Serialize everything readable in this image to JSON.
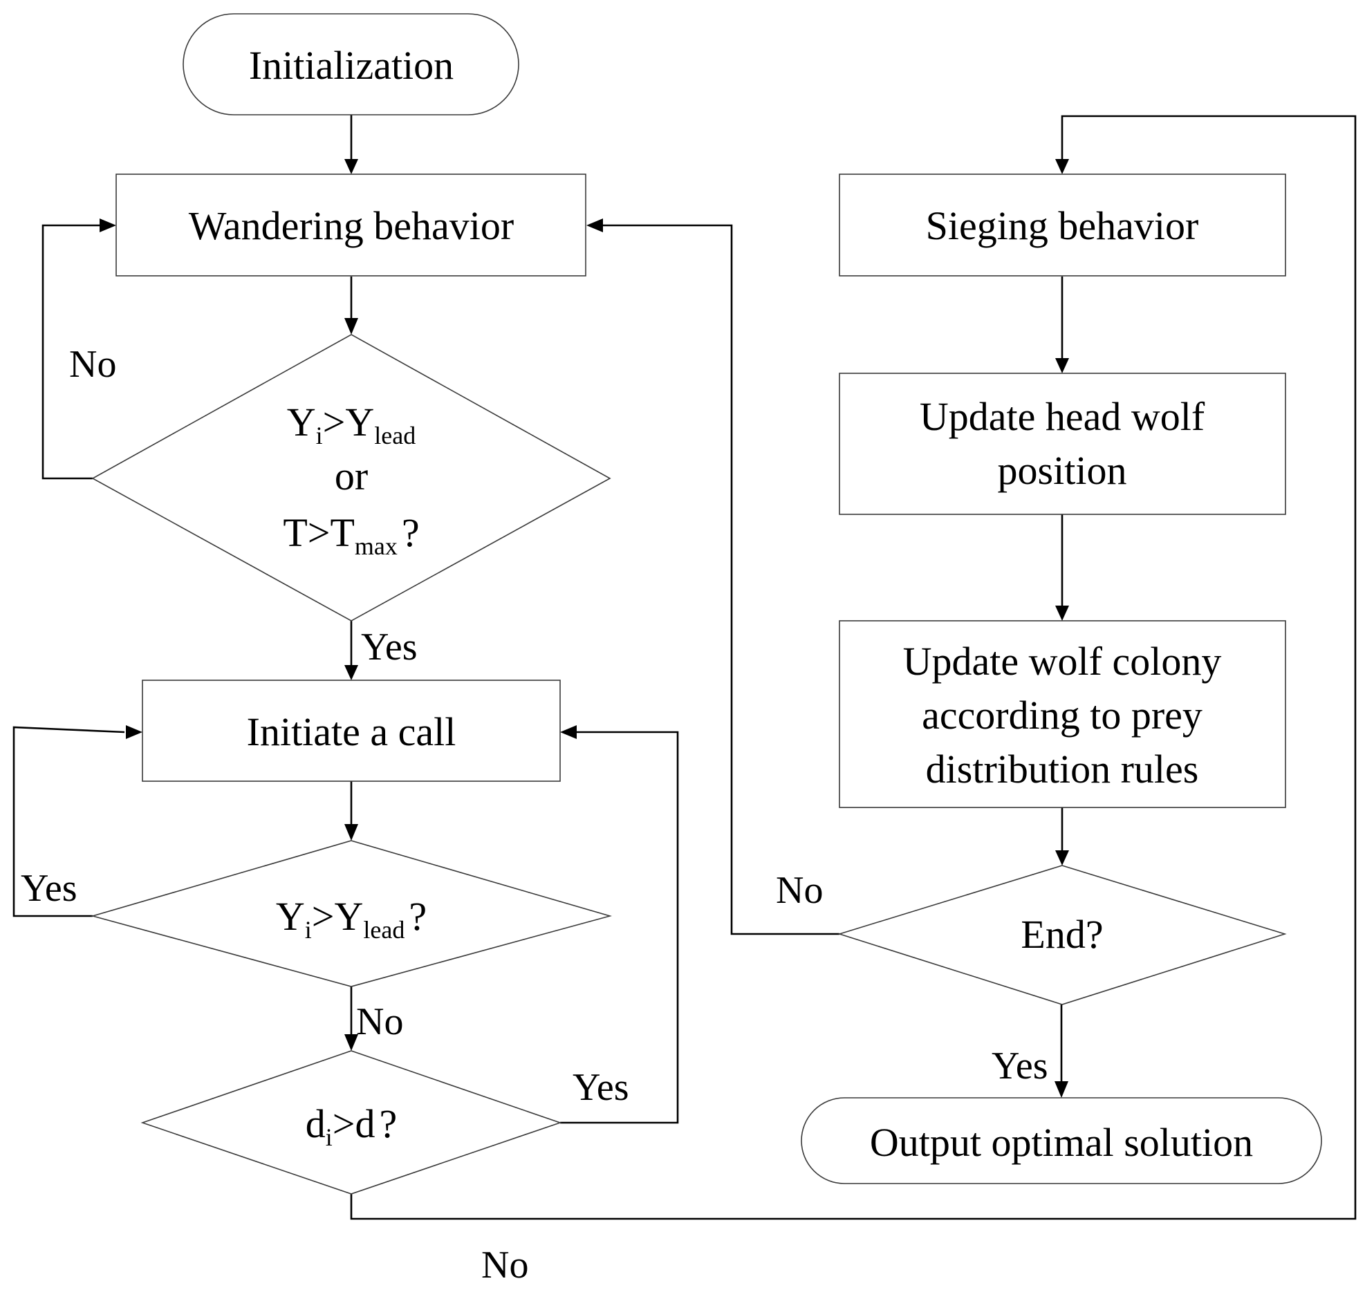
{
  "nodes": {
    "initialization": {
      "label": "Initialization"
    },
    "wandering": {
      "label": "Wandering behavior"
    },
    "decision1": {
      "line1": {
        "y": "Y",
        "i": "i",
        "gt": ">",
        "y2": "Y",
        "lead": "lead"
      },
      "line2": "or",
      "line3": {
        "t": "T>T",
        "max": "max",
        "q": "?"
      }
    },
    "initiate_call": {
      "label": "Initiate a call"
    },
    "decision2": {
      "y": "Y",
      "i": "i",
      "gt": ">",
      "y2": "Y",
      "lead": "lead",
      "q": "?"
    },
    "decision3": {
      "d": "d",
      "i": "i",
      "rest": ">d",
      "q": "?"
    },
    "sieging": {
      "label": "Sieging behavior"
    },
    "update_head": {
      "line1": "Update head wolf",
      "line2": "position"
    },
    "update_colony": {
      "line1": "Update wolf colony",
      "line2": "according to prey",
      "line3": "distribution rules"
    },
    "end_decision": {
      "label": "End?"
    },
    "output": {
      "label": "Output optimal solution"
    }
  },
  "edge_labels": {
    "d1_no": "No",
    "d1_yes": "Yes",
    "d2_yes": "Yes",
    "d2_no": "No",
    "d3_yes": "Yes",
    "d3_no": "No",
    "end_no": "No",
    "end_yes": "Yes"
  }
}
